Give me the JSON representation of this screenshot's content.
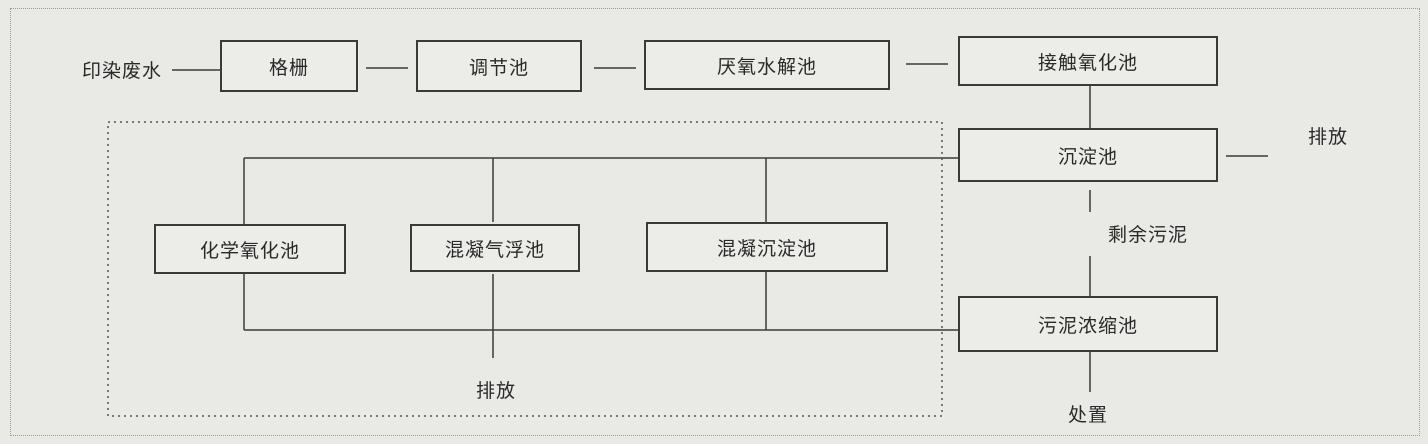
{
  "source_label": "印染废水",
  "boxes": {
    "grille": "格栅",
    "adjust": "调节池",
    "anaerobic": "厌氧水解池",
    "contact_oxidation": "接触氧化池",
    "sedimentation": "沉淀池",
    "chemical_oxidation": "化学氧化池",
    "coag_flotation": "混凝气浮池",
    "coag_sedimentation": "混凝沉淀池",
    "sludge_thickening": "污泥浓缩池"
  },
  "labels": {
    "discharge_right": "排放",
    "surplus_sludge": "剩余污泥",
    "discharge_bottom": "排放",
    "disposal": "处置"
  }
}
